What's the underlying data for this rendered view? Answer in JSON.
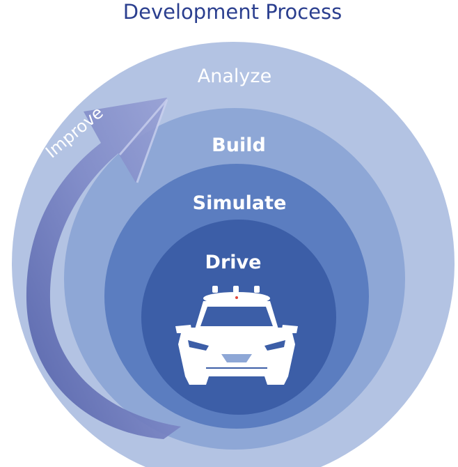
{
  "title": "Development Process",
  "rings": [
    {
      "label": "Analyze",
      "color": "#b3c3e3"
    },
    {
      "label": "Build",
      "color": "#8ea7d6"
    },
    {
      "label": "Simulate",
      "color": "#5b7dc0"
    },
    {
      "label": "Drive",
      "color": "#3c5ea7"
    }
  ],
  "arrow": {
    "label": "Improve",
    "color": "#6673b9",
    "icon": "curved-arrow-icon"
  },
  "center_image": {
    "icon": "autonomous-car-icon",
    "color": "#ffffff"
  }
}
